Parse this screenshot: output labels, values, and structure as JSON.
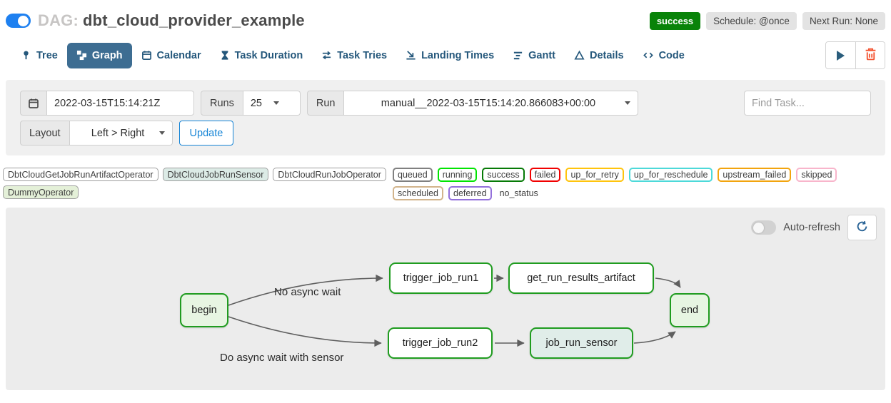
{
  "header": {
    "dag_prefix": "DAG:",
    "dag_name": "dbt_cloud_provider_example",
    "status_badge": "success",
    "schedule_badge": "Schedule: @once",
    "next_run_badge": "Next Run: None"
  },
  "tabs": [
    {
      "label": "Tree"
    },
    {
      "label": "Graph",
      "active": true
    },
    {
      "label": "Calendar"
    },
    {
      "label": "Task Duration"
    },
    {
      "label": "Task Tries"
    },
    {
      "label": "Landing Times"
    },
    {
      "label": "Gantt"
    },
    {
      "label": "Details"
    },
    {
      "label": "Code"
    }
  ],
  "filters": {
    "date_value": "2022-03-15T15:14:21Z",
    "runs_label": "Runs",
    "runs_value": "25",
    "run_label": "Run",
    "run_value": "manual__2022-03-15T15:14:20.866083+00:00",
    "find_task_placeholder": "Find Task...",
    "layout_label": "Layout",
    "layout_value": "Left > Right",
    "update_label": "Update"
  },
  "legend": {
    "operators": [
      {
        "label": "DbtCloudGetJobRunArtifactOperator",
        "bg": "#ffffff"
      },
      {
        "label": "DbtCloudJobRunSensor",
        "bg": "#dcebe6"
      },
      {
        "label": "DbtCloudRunJobOperator",
        "bg": "#ffffff"
      },
      {
        "label": "DummyOperator",
        "bg": "#e4f0d8"
      }
    ],
    "statuses": [
      {
        "label": "queued",
        "border": "#808080"
      },
      {
        "label": "running",
        "border": "#01e401"
      },
      {
        "label": "success",
        "border": "#067a06"
      },
      {
        "label": "failed",
        "border": "#f10000"
      },
      {
        "label": "up_for_retry",
        "border": "#ffc40c"
      },
      {
        "label": "up_for_reschedule",
        "border": "#4dd9d9"
      },
      {
        "label": "upstream_failed",
        "border": "#f2a40e"
      },
      {
        "label": "skipped",
        "border": "#f8b5cb"
      },
      {
        "label": "scheduled",
        "border": "#d2b48c"
      },
      {
        "label": "deferred",
        "border": "#9370db"
      }
    ],
    "no_status_label": "no_status"
  },
  "graph_panel": {
    "auto_refresh_label": "Auto-refresh"
  },
  "graph": {
    "nodes": [
      {
        "label": "begin",
        "fill": "#e7f5e2",
        "border": "#1f9c1f"
      },
      {
        "label": "trigger_job_run1",
        "fill": "#ffffff",
        "border": "#1f9c1f"
      },
      {
        "label": "get_run_results_artifact",
        "fill": "#ffffff",
        "border": "#1f9c1f"
      },
      {
        "label": "end",
        "fill": "#e7f5e2",
        "border": "#1f9c1f"
      },
      {
        "label": "trigger_job_run2",
        "fill": "#ffffff",
        "border": "#1f9c1f"
      },
      {
        "label": "job_run_sensor",
        "fill": "#e0ede9",
        "border": "#1f9c1f"
      }
    ],
    "edge_labels": [
      "No async wait",
      "Do async wait with sensor"
    ]
  },
  "colors": {
    "accent_blue": "#1584d6",
    "active_tab": "#3d6d92",
    "tab_text": "#24577b",
    "toggle_on": "#1e80f0",
    "success_green": "#098309",
    "node_border": "#1f9c1f",
    "edge_gray": "#5f5f5f",
    "trash_red": "#f3512e"
  }
}
